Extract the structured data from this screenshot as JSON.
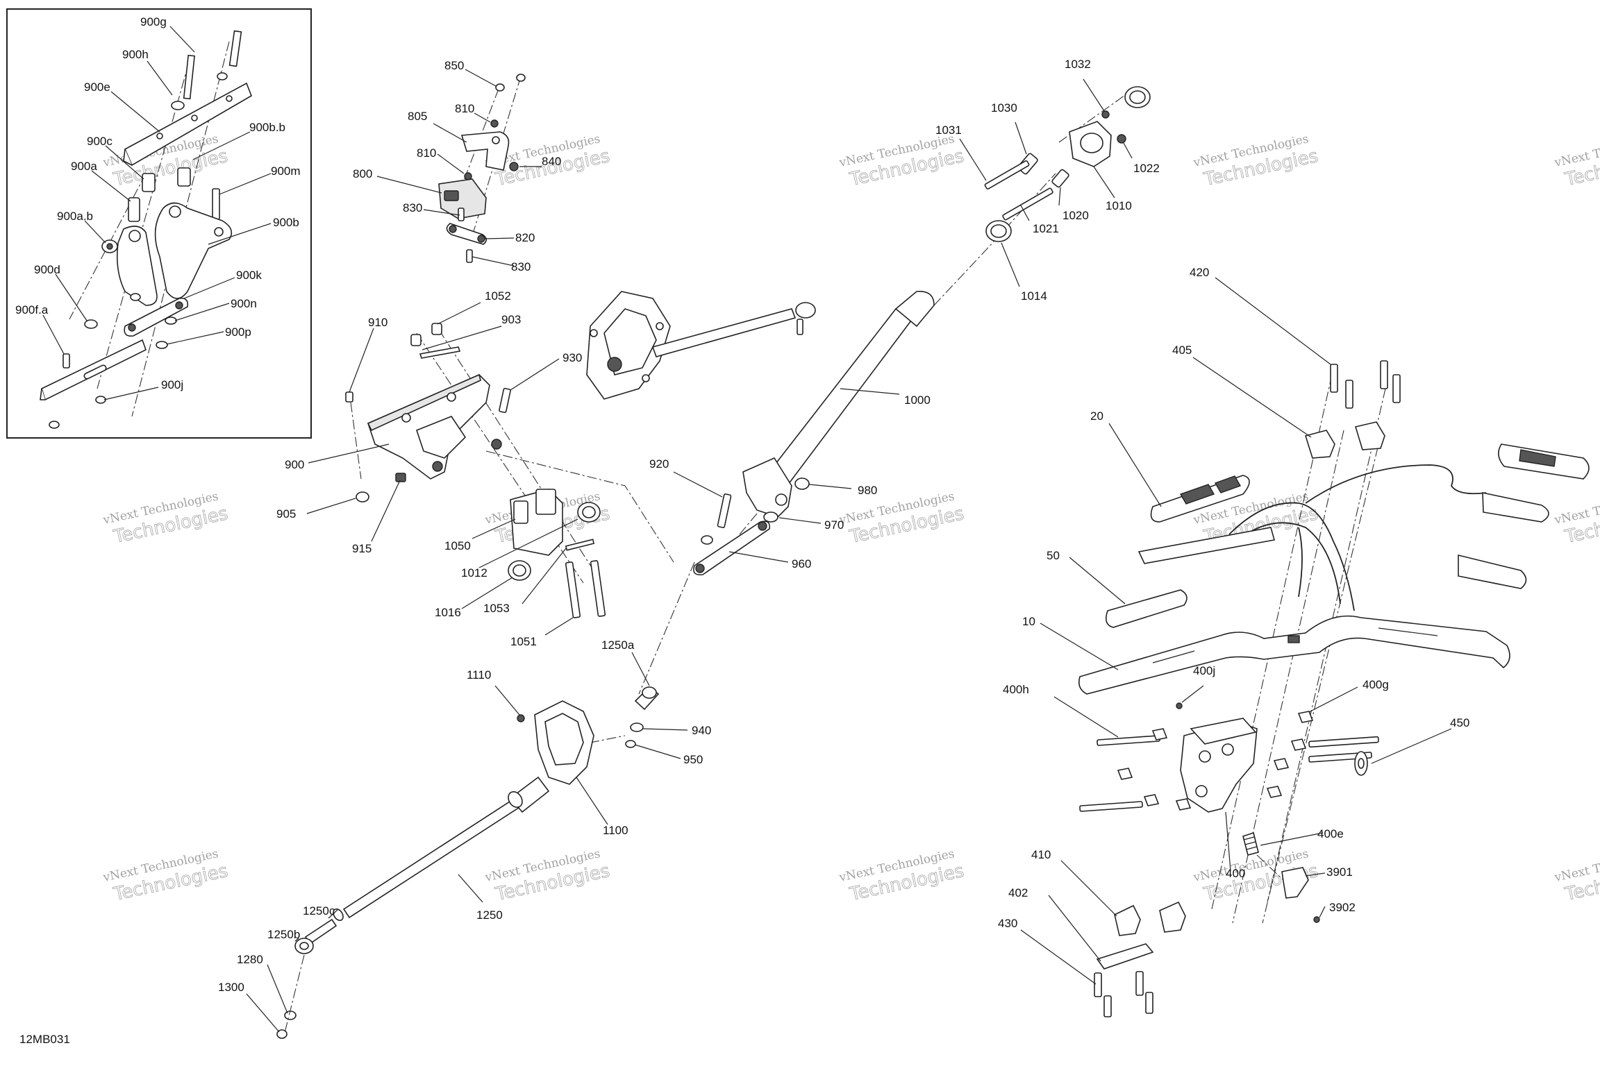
{
  "diagram_code": "12MB031",
  "watermark_top": "vNext Technologies",
  "watermark_bottom": "Technologies",
  "labels": {
    "l900g": "900g",
    "l900h": "900h",
    "l900e": "900e",
    "l900bb": "900b.b",
    "l900c": "900c",
    "l900a": "900a",
    "l900m": "900m",
    "l900ab": "900a.b",
    "l900b": "900b",
    "l900d": "900d",
    "l900k": "900k",
    "l900fa": "900f.a",
    "l900n": "900n",
    "l900p": "900p",
    "l900j": "900j",
    "l850": "850",
    "l810a": "810",
    "l805": "805",
    "l810b": "810",
    "l840": "840",
    "l800": "800",
    "l830a": "830",
    "l820": "820",
    "l830b": "830",
    "l910": "910",
    "l1052": "1052",
    "l903": "903",
    "l930": "930",
    "l900": "900",
    "l905": "905",
    "l915": "915",
    "l1050": "1050",
    "l1012": "1012",
    "l1016": "1016",
    "l1053": "1053",
    "l1051": "1051",
    "l1032": "1032",
    "l1030": "1030",
    "l1031": "1031",
    "l1022": "1022",
    "l1010": "1010",
    "l1020": "1020",
    "l1021": "1021",
    "l1014": "1014",
    "l1000": "1000",
    "l920": "920",
    "l980": "980",
    "l970": "970",
    "l960": "960",
    "l1250a": "1250a",
    "l1110": "1110",
    "l940": "940",
    "l950": "950",
    "l1100": "1100",
    "l1250": "1250",
    "l1250c": "1250c",
    "l1250b": "1250b",
    "l1280": "1280",
    "l1300": "1300",
    "l420": "420",
    "l405": "405",
    "l20": "20",
    "l50": "50",
    "l10": "10",
    "l400j": "400j",
    "l400h": "400h",
    "l400g": "400g",
    "l450": "450",
    "l400e": "400e",
    "l400": "400",
    "l3901": "3901",
    "l410": "410",
    "l402": "402",
    "l430": "430",
    "l3902": "3902"
  }
}
